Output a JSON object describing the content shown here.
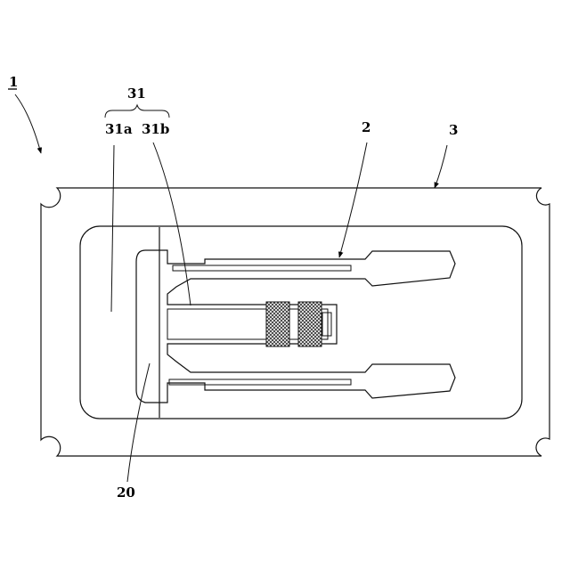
{
  "labels": {
    "device": "1",
    "element": "2",
    "frame": "3",
    "frame_part": "31",
    "frame_part_a": "31a",
    "frame_part_b": "31b",
    "spacer": "20"
  }
}
